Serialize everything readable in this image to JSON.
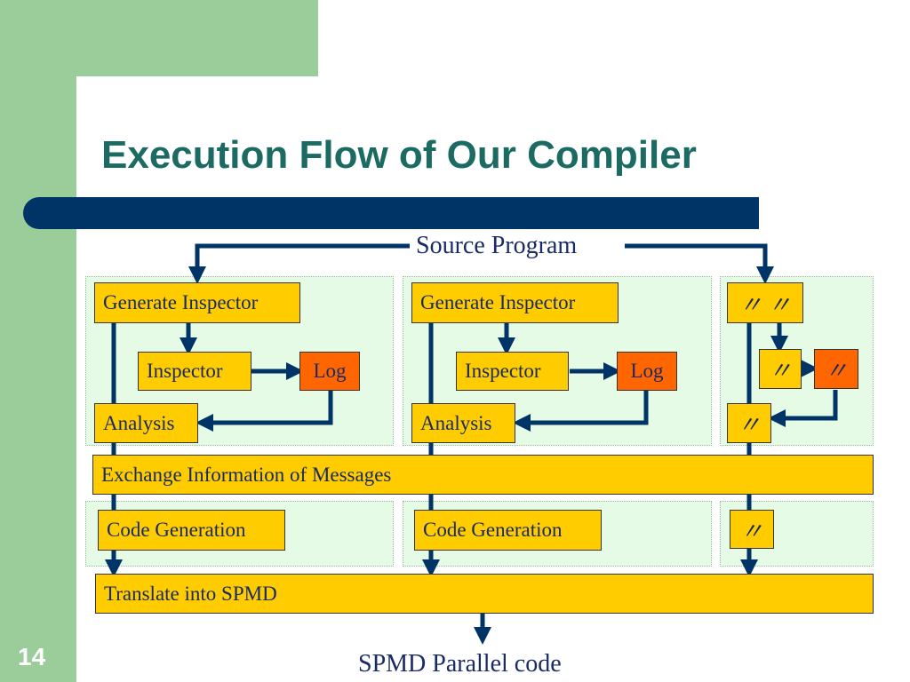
{
  "slide": {
    "title": "Execution Flow of Our Compiler",
    "page_number": "14"
  },
  "diagram": {
    "source": "Source Program",
    "output": "SPMD Parallel code",
    "columns": [
      {
        "generate_inspector": "Generate Inspector",
        "inspector": "Inspector",
        "log": "Log",
        "analysis": "Analysis",
        "code_generation": "Code Generation"
      },
      {
        "generate_inspector": "Generate Inspector",
        "inspector": "Inspector",
        "log": "Log",
        "analysis": "Analysis",
        "code_generation": "Code Generation"
      },
      {
        "generate_inspector": "〃 〃",
        "inspector": "〃",
        "log": "〃",
        "analysis": "〃",
        "code_generation": "〃"
      }
    ],
    "exchange": "Exchange Information of Messages",
    "translate": "Translate into SPMD"
  },
  "colors": {
    "green_background": "#9acd9a",
    "title_teal": "#1b6b63",
    "navy_bar": "#003366",
    "box_yellow": "#ffcc00",
    "log_orange": "#ff6600",
    "panel_green": "#e6fbe6",
    "text_navy": "#1a2a66"
  }
}
